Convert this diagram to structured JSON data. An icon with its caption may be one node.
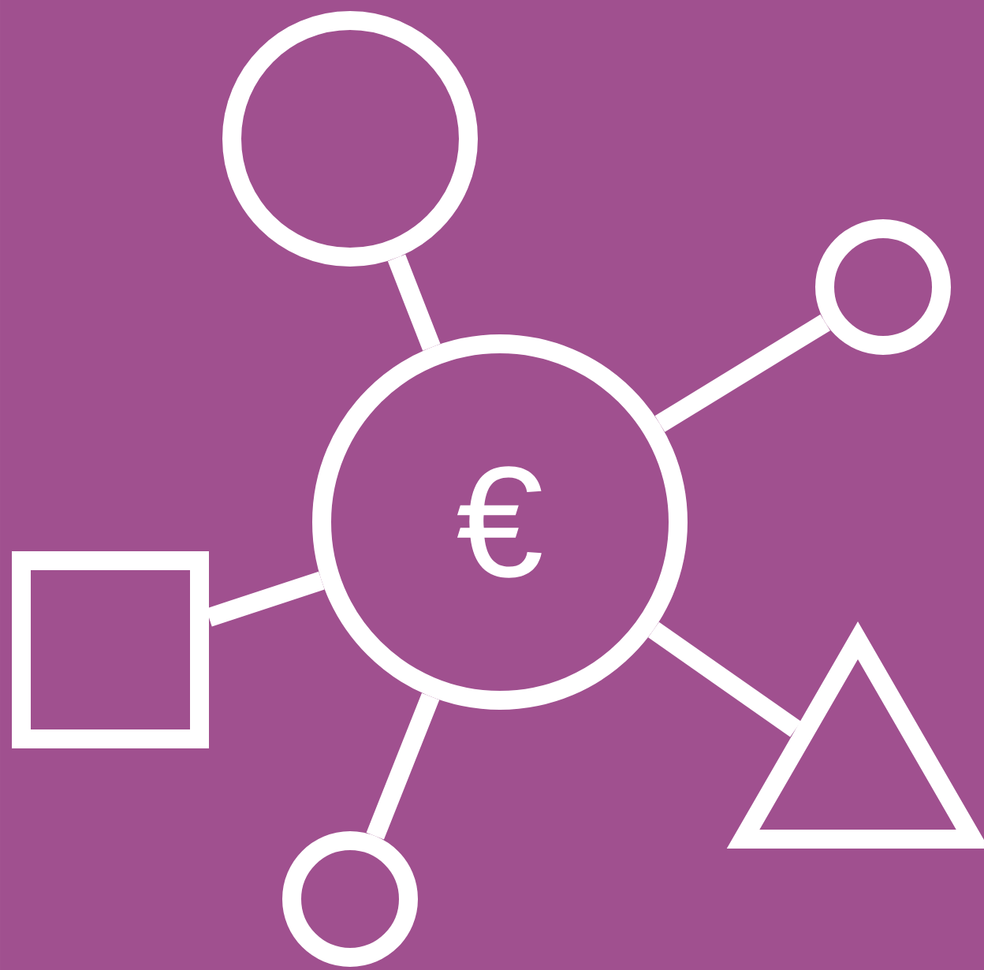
{
  "diagram": {
    "nodes": [
      {
        "text": [],
        "shape": "circle"
      },
      {
        "text": [],
        "shape": "circle"
      },
      {
        "text": [
          "€"
        ]
      },
      {
        "text": [],
        "shape": "box"
      },
      {
        "text": [],
        "shape": "triangle"
      },
      {
        "text": [],
        "shape": "circle"
      }
    ],
    "edges": [
      {
        "from": 2,
        "to": 0,
        "arrow": "none"
      },
      {
        "from": 2,
        "to": 1,
        "arrow": "none"
      },
      {
        "from": 2,
        "to": 3,
        "arrow": "none"
      },
      {
        "from": 2,
        "to": 4,
        "arrow": "none"
      },
      {
        "from": 2,
        "to": 5,
        "arrow": "none"
      }
    ]
  }
}
